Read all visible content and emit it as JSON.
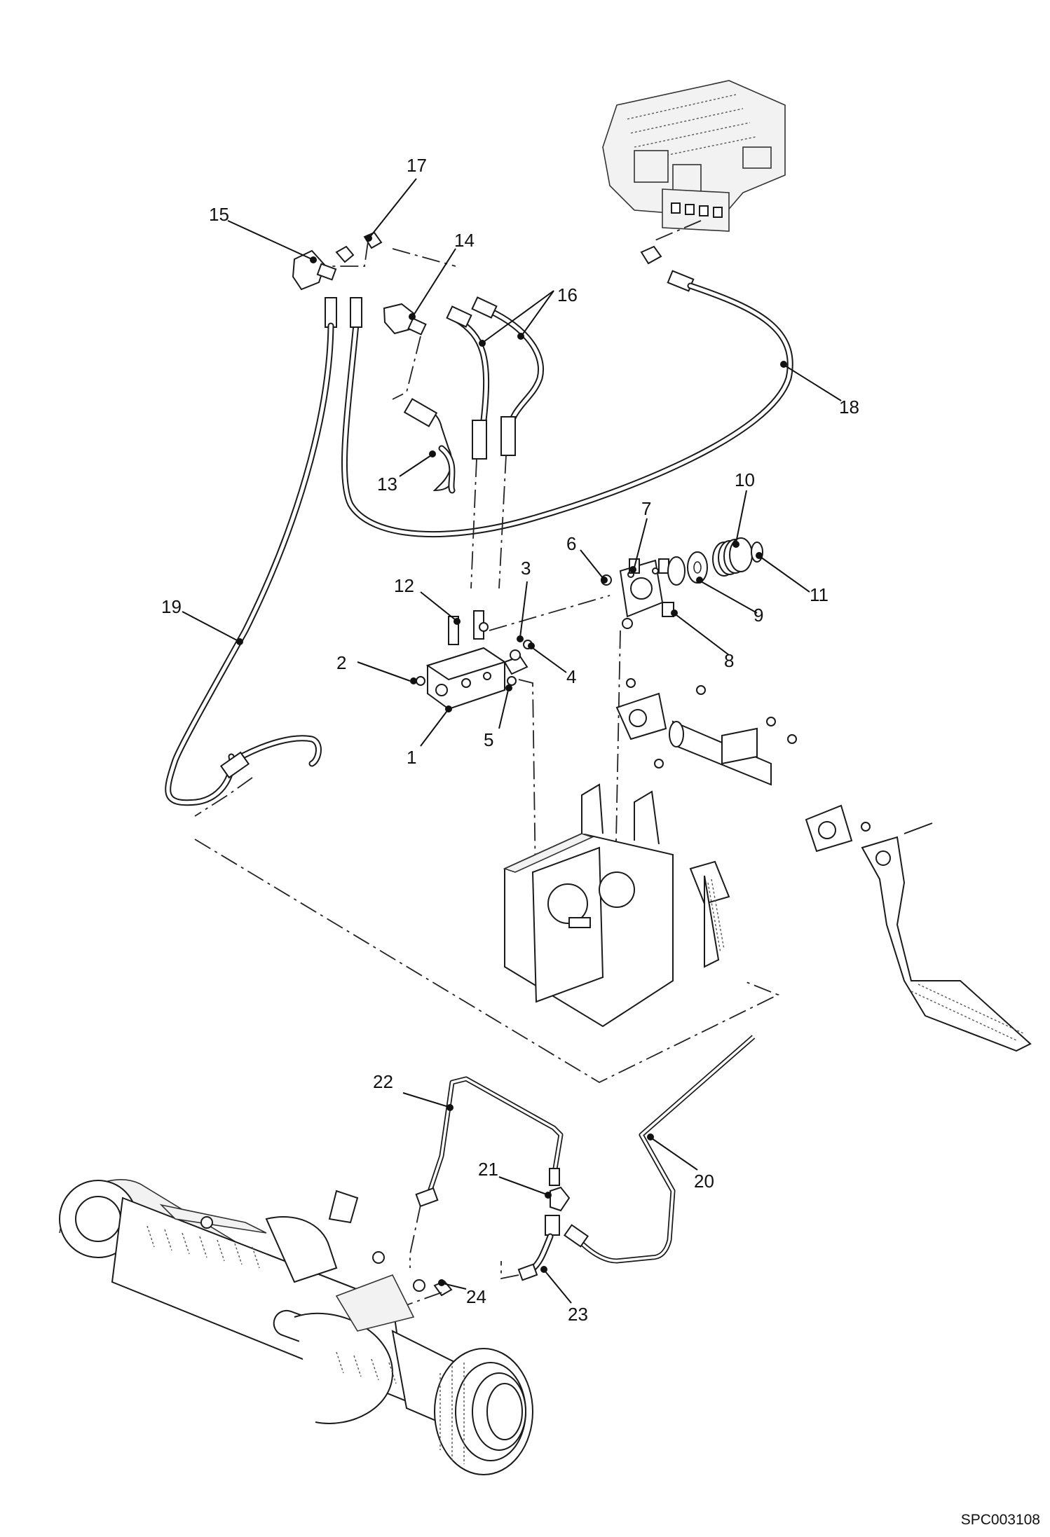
{
  "reference_code": "SPC003108",
  "callouts": [
    {
      "id": "1",
      "label": "1"
    },
    {
      "id": "2",
      "label": "2"
    },
    {
      "id": "3",
      "label": "3"
    },
    {
      "id": "4",
      "label": "4"
    },
    {
      "id": "5",
      "label": "5"
    },
    {
      "id": "6",
      "label": "6"
    },
    {
      "id": "7",
      "label": "7"
    },
    {
      "id": "8",
      "label": "8"
    },
    {
      "id": "9",
      "label": "9"
    },
    {
      "id": "10",
      "label": "10"
    },
    {
      "id": "11",
      "label": "11"
    },
    {
      "id": "12",
      "label": "12"
    },
    {
      "id": "13",
      "label": "13"
    },
    {
      "id": "14",
      "label": "14"
    },
    {
      "id": "15",
      "label": "15"
    },
    {
      "id": "16",
      "label": "16"
    },
    {
      "id": "17",
      "label": "17"
    },
    {
      "id": "18",
      "label": "18"
    },
    {
      "id": "19",
      "label": "19"
    },
    {
      "id": "20",
      "label": "20"
    },
    {
      "id": "21",
      "label": "21"
    },
    {
      "id": "22",
      "label": "22"
    },
    {
      "id": "23",
      "label": "23"
    },
    {
      "id": "24",
      "label": "24"
    }
  ]
}
